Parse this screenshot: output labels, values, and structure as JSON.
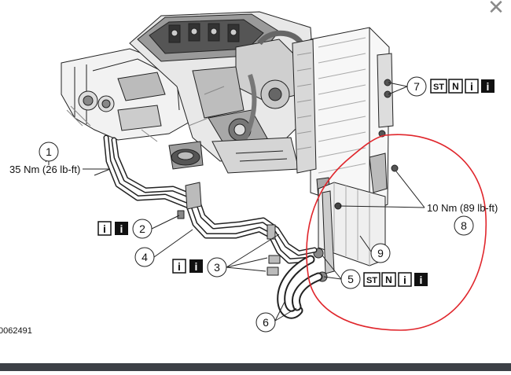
{
  "viewer": {
    "close_glyph": "✕",
    "accent_color": "#e0262c",
    "bottom_bar_color": "#3c4046"
  },
  "diagram": {
    "figure_id": "0062491",
    "torque_1": "35 Nm (26 lb-ft)",
    "torque_10": "10 Nm (89 lb-ft)",
    "callouts": [
      {
        "num": "1"
      },
      {
        "num": "2"
      },
      {
        "num": "3"
      },
      {
        "num": "4"
      },
      {
        "num": "5"
      },
      {
        "num": "6"
      },
      {
        "num": "7"
      },
      {
        "num": "8"
      },
      {
        "num": "9"
      }
    ],
    "badges": {
      "st": "ST",
      "n": "N",
      "i": "i"
    }
  }
}
